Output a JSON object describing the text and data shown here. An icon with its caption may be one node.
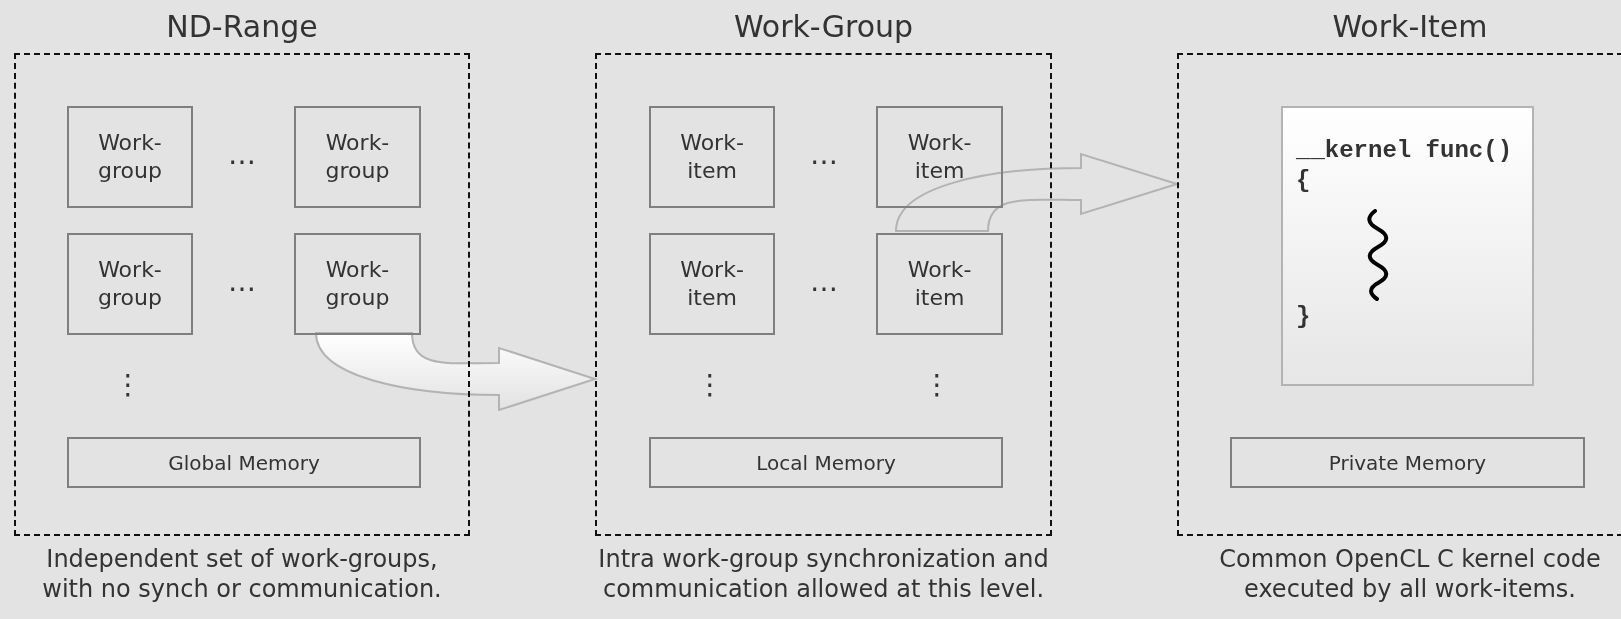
{
  "diagram": {
    "nodes": [
      {
        "text": [
          "ND-Range"
        ],
        "beside": [
          "Independent set of work-groups, with no synch or communication."
        ]
      },
      {
        "text": [
          "Work-group"
        ],
        "in": 0
      },
      {
        "text": [
          "Work-group"
        ],
        "in": 0
      },
      {
        "text": [
          "Work-group"
        ],
        "in": 0
      },
      {
        "text": [
          "Work-group"
        ],
        "in": 0
      },
      {
        "text": [
          "Global Memory"
        ],
        "in": 0
      },
      {
        "text": [
          "Work-Group"
        ],
        "beside": [
          "Intra work-group synchronization and communication allowed at this level."
        ]
      },
      {
        "text": [
          "Work-item"
        ],
        "in": 6
      },
      {
        "text": [
          "Work-item"
        ],
        "in": 6
      },
      {
        "text": [
          "Work-item"
        ],
        "in": 6
      },
      {
        "text": [
          "Work-item"
        ],
        "in": 6
      },
      {
        "text": [
          "Local Memory"
        ],
        "in": 6
      },
      {
        "text": [
          "Work-Item"
        ],
        "beside": [
          "Common OpenCL C kernel code executed by all work-items."
        ]
      },
      {
        "text": [
          "__kernel func()",
          "{",
          "}"
        ],
        "in": 12
      },
      {
        "text": [
          "Private Memory"
        ],
        "in": 12
      }
    ],
    "edges": [
      {
        "from": 4,
        "to": 6,
        "arrow": "to"
      },
      {
        "from": 10,
        "to": 12,
        "arrow": "to"
      }
    ],
    "labels": [
      "…",
      "…",
      "⋮",
      "…",
      "…",
      "⋮",
      "⋮"
    ]
  }
}
